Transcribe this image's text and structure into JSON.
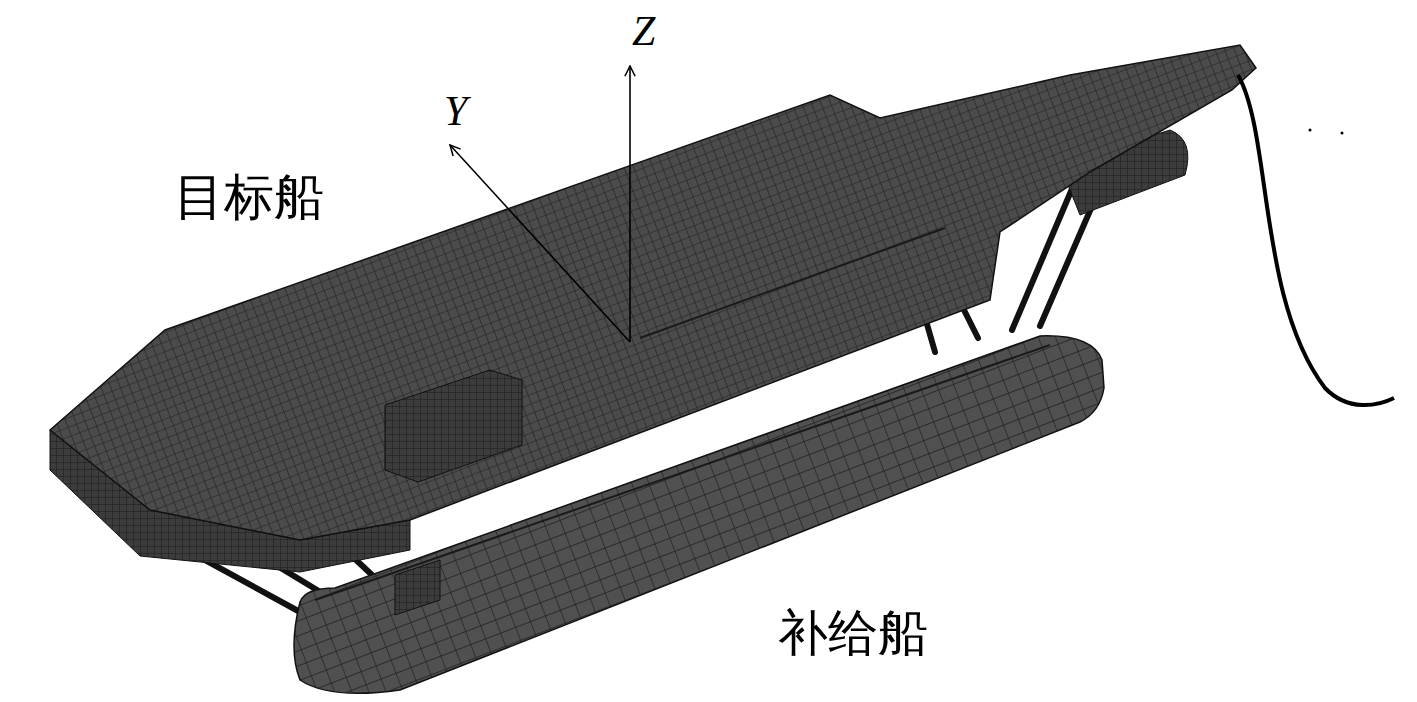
{
  "diagram": {
    "labels": [
      "Z",
      "Y",
      "目标船",
      "补给船"
    ]
  }
}
